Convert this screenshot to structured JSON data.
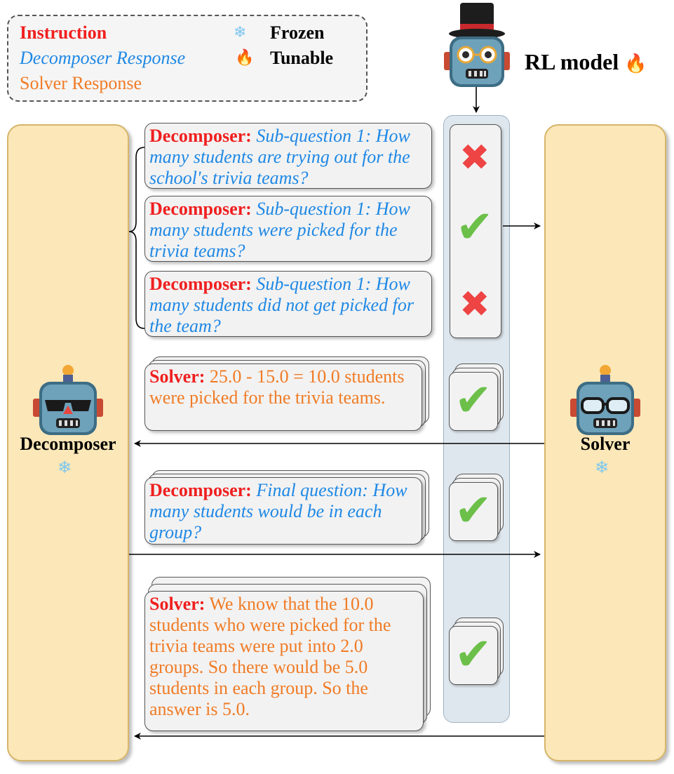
{
  "legend": {
    "instruction": "Instruction",
    "decomposer_response": "Decomposer Response",
    "solver_response": "Solver Response",
    "frozen": "Frozen",
    "tunable": "Tunable"
  },
  "rl_model": {
    "label": "RL model"
  },
  "left_column": {
    "label": "Decomposer"
  },
  "right_column": {
    "label": "Solver"
  },
  "cards": {
    "sub1": {
      "speaker": "Decomposer:",
      "text": "Sub-question 1: How many students are trying out for the school's trivia teams?"
    },
    "sub2": {
      "speaker": "Decomposer:",
      "text": "Sub-question 1: How many students were picked for the trivia teams?"
    },
    "sub3": {
      "speaker": "Decomposer:",
      "text": "Sub-question 1: How many students did not get picked for the team?"
    },
    "solver1": {
      "speaker": "Solver:",
      "text": "25.0 - 15.0 = 10.0 students were picked for the trivia teams."
    },
    "final": {
      "speaker": "Decomposer:",
      "text": "Final question: How many students would be in each group?"
    },
    "solver2": {
      "speaker": "Solver:",
      "text": "We know that the 10.0 students who were picked for the trivia teams were put into 2.0 groups. So there would be 5.0 students in each group. So the answer is 5.0."
    }
  },
  "marks": {
    "sub1": "cross",
    "sub2": "check",
    "sub3": "cross",
    "solver1": "check",
    "final": "check",
    "solver2": "check"
  },
  "colors": {
    "instruction": "#f01f1f",
    "decomposer": "#1e88e5",
    "solver": "#f07b25",
    "column_fill": "#fbe7b8",
    "rl_column_fill": "#dfe7ee",
    "check": "#6cc04a",
    "cross": "#ee4444"
  },
  "icons": {
    "frozen": "snowflake-icon",
    "tunable": "fire-icon",
    "rl_model": "top-hat-robot-icon",
    "decomposer": "sunglasses-robot-icon",
    "solver": "glasses-robot-icon"
  }
}
